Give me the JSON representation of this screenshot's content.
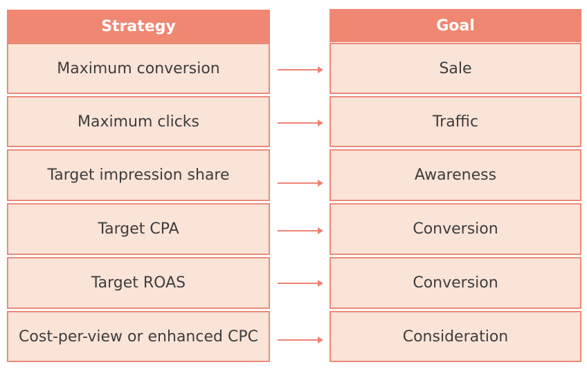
{
  "headers": {
    "strategy": "Strategy",
    "goal": "Goal"
  },
  "rows": [
    {
      "strategy": "Maximum conversion",
      "goal": "Sale"
    },
    {
      "strategy": "Maximum clicks",
      "goal": "Traffic"
    },
    {
      "strategy": "Target impression share",
      "goal": "Awareness"
    },
    {
      "strategy": "Target CPA",
      "goal": "Conversion"
    },
    {
      "strategy": "Target ROAS",
      "goal": "Conversion"
    },
    {
      "strategy": "Cost-per-view or enhanced CPC",
      "goal": "Consideration"
    }
  ],
  "colors": {
    "header": "#f08773",
    "cell_bg": "#fae3d7",
    "border": "#ec8b78",
    "arrow": "#ec8272",
    "text": "#3d3d3d"
  }
}
